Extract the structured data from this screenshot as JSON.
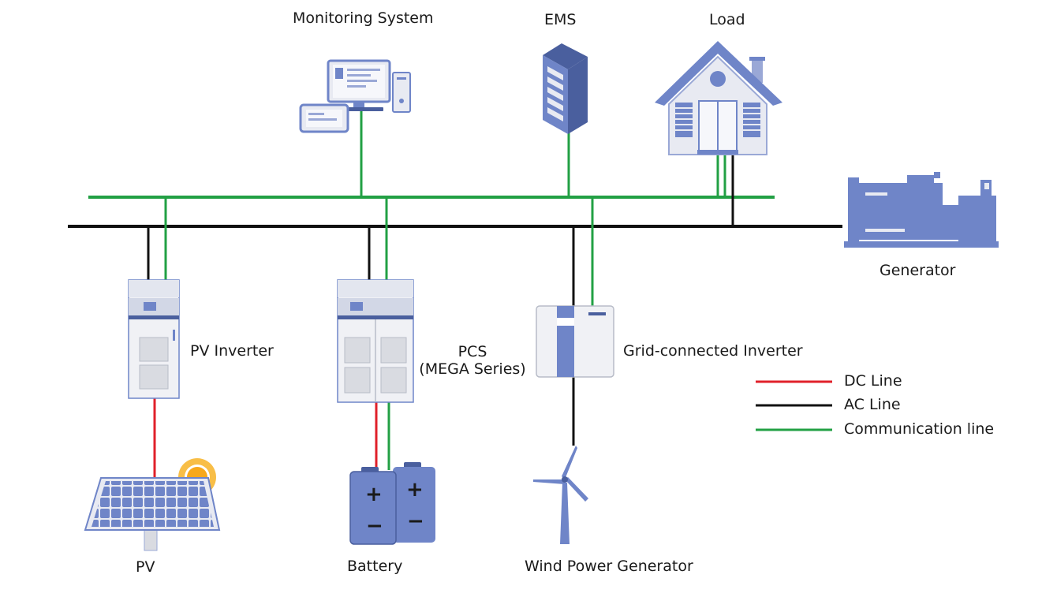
{
  "nodes": {
    "monitoring": {
      "label": "Monitoring System"
    },
    "ems": {
      "label": "EMS"
    },
    "load": {
      "label": "Load"
    },
    "generator": {
      "label": "Generator"
    },
    "pv_inverter": {
      "label": "PV Inverter"
    },
    "pcs": {
      "label_line1": "PCS",
      "label_line2": "(MEGA Series)"
    },
    "grid_inverter": {
      "label": "Grid-connected Inverter"
    },
    "pv": {
      "label": "PV"
    },
    "battery": {
      "label": "Battery",
      "plus": "+",
      "minus": "−"
    },
    "wind": {
      "label": "Wind Power Generator"
    }
  },
  "legend": {
    "items": [
      {
        "label": "DC Line",
        "color": "#e0202a"
      },
      {
        "label": "AC Line",
        "color": "#111111"
      },
      {
        "label": "Communication line",
        "color": "#22a044"
      }
    ]
  },
  "colors": {
    "device_blue": "#6f85c8",
    "device_dark": "#4a5f9e",
    "panel_grey": "#d9dbe1"
  }
}
